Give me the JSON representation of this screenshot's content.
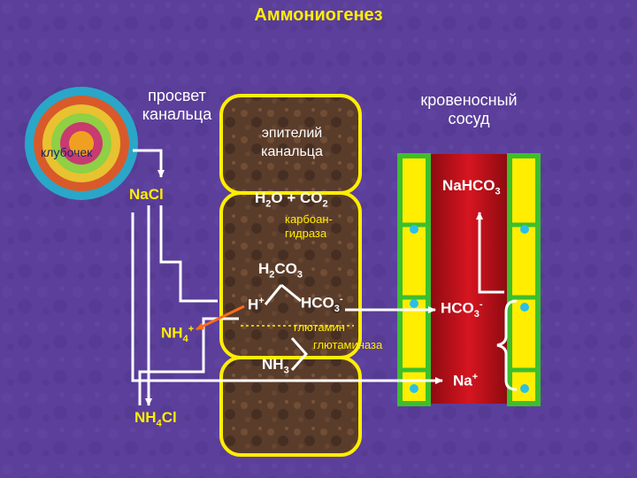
{
  "title": "Аммониогенез",
  "labels": {
    "glomerulus": "клубочек",
    "lumen_line1": "просвет",
    "lumen_line2": "канальца",
    "epithelium_line1": "эпителий",
    "epithelium_line2": "канальца",
    "vessel_line1": "кровеносный",
    "vessel_line2": "сосуд",
    "carbonic_line1": "карбоан-",
    "carbonic_line2": "гидраза",
    "glutamine": "глютамин",
    "glutaminase": "глютаминаза"
  },
  "chem": {
    "nacl": "NaCl",
    "h2o_a": "H",
    "h2o_sub": "2",
    "h2o_b": "O + CO",
    "co2_sub": "2",
    "h2co3_a": "H",
    "h2co3_sub1": "2",
    "h2co3_b": "CO",
    "h2co3_sub2": "3",
    "hplus": "H",
    "hplus_sup": "+",
    "hco3_a": "HCO",
    "hco3_sub": "3",
    "hco3_sup": "-",
    "nh4_a": "NH",
    "nh4_sub": "4",
    "nh4_sup": "+",
    "nh3_a": "NH",
    "nh3_sub": "3",
    "nh4cl_a": "NH",
    "nh4cl_sub": "4",
    "nh4cl_b": "Cl",
    "nahco3_a": "NaHCO",
    "nahco3_sub": "3",
    "blood_hco3_a": "HCO",
    "blood_hco3_sub": "3",
    "blood_hco3_sup": "-",
    "na_a": "Na",
    "na_sup": "+"
  },
  "colors": {
    "background": "#5b3f9a",
    "accent_yellow": "#ffee00",
    "vessel_red": "#c8101a",
    "wall_green": "#3cbf2c",
    "arrow_white": "#ffffff",
    "arrow_orange": "#ff6a1a",
    "dot_cyan": "#28c0e8"
  }
}
